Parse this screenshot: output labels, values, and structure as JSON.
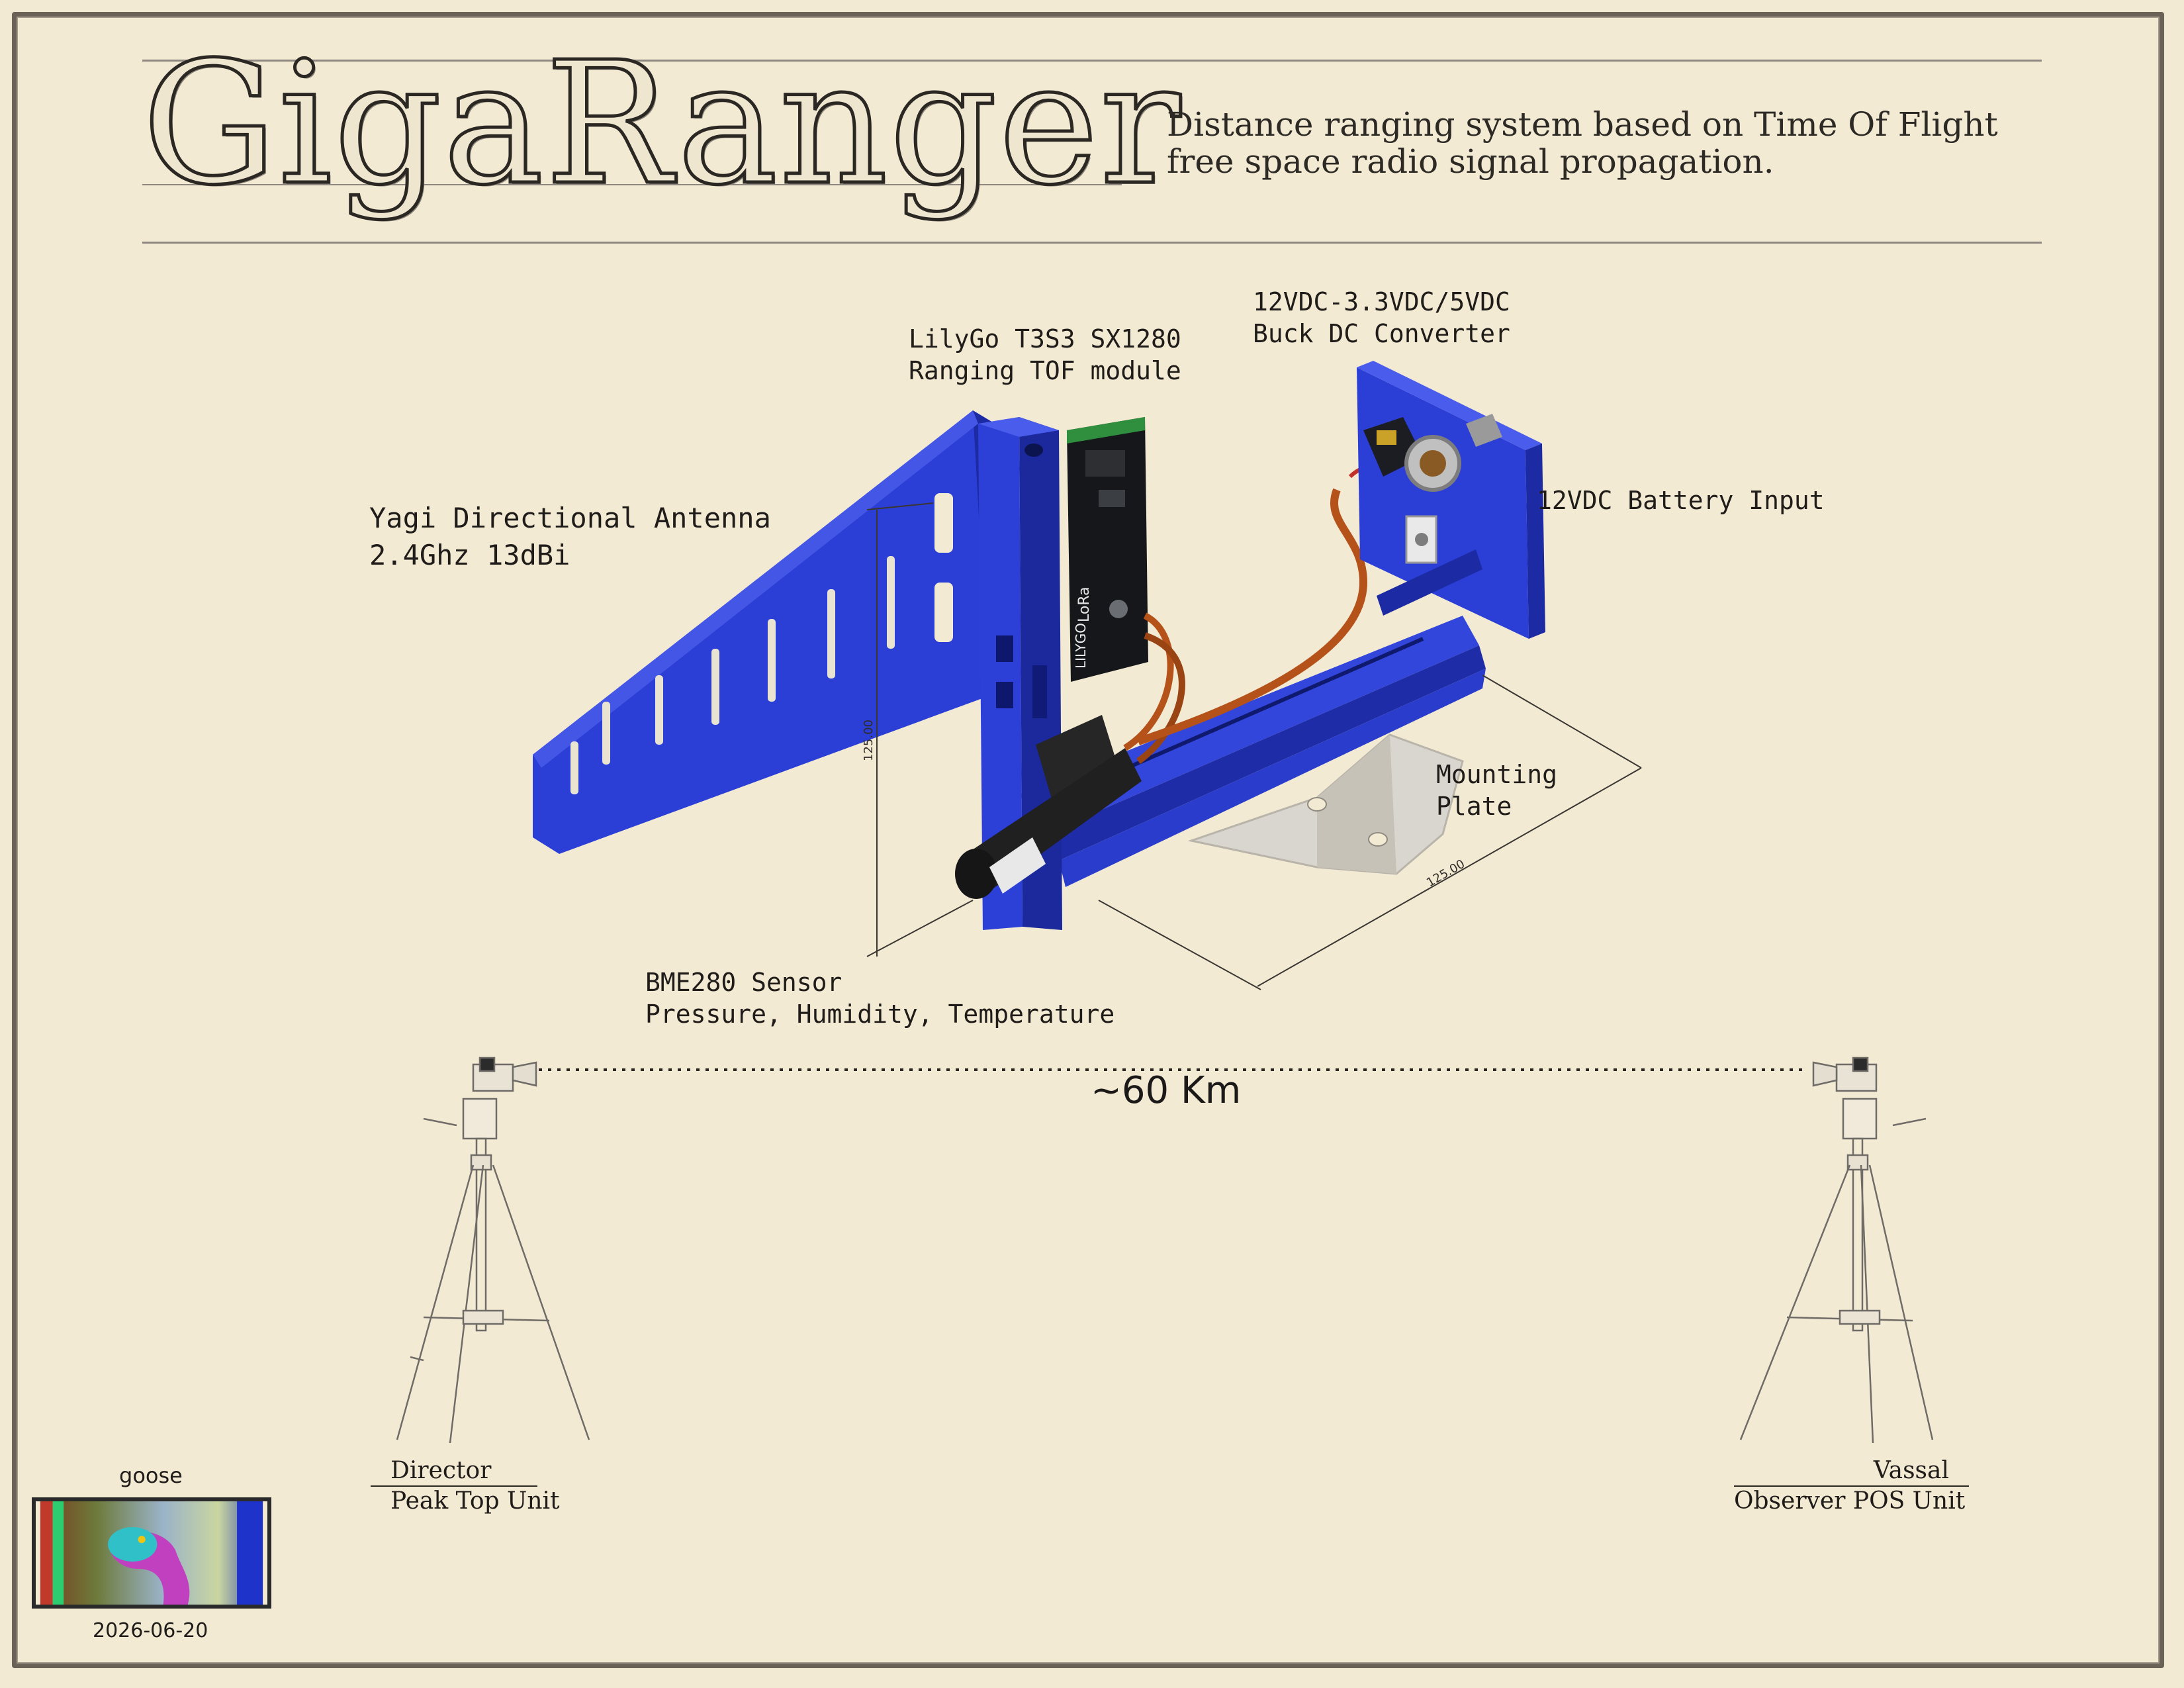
{
  "header": {
    "title": "GigaRanger",
    "subtitle_lines": [
      "Distance ranging system based on Time Of Flight",
      "free space radio signal propagation."
    ]
  },
  "callouts": {
    "module": [
      "LilyGo T3S3 SX1280",
      "Ranging TOF module"
    ],
    "converter": [
      "12VDC-3.3VDC/5VDC",
      "Buck DC Converter"
    ],
    "antenna": [
      "Yagi Directional Antenna",
      "2.4Ghz 13dBi"
    ],
    "battery": [
      "12VDC Battery Input"
    ],
    "plate": [
      "Mounting",
      "Plate"
    ],
    "sensor": [
      "BME280 Sensor",
      "Pressure, Humidity, Temperature"
    ]
  },
  "dimensions": {
    "height": "125.00",
    "width": "125.00"
  },
  "board_text": {
    "brand": "LILYGO",
    "radio": "LoRa"
  },
  "link": {
    "distance": "~60 Km"
  },
  "units": {
    "left": {
      "name": "Director",
      "role": "Peak Top Unit"
    },
    "right": {
      "name": "Vassal",
      "role": "Observer POS Unit"
    }
  },
  "badge": {
    "name": "goose",
    "date": "2026-06-20"
  },
  "colors": {
    "paper": "#f3ead4",
    "frame": "#6b6257",
    "housing_blue": "#2b3fd6",
    "housing_shadow": "#1c2aa3",
    "cable": "#b5521a",
    "ink": "#1f1c19"
  }
}
